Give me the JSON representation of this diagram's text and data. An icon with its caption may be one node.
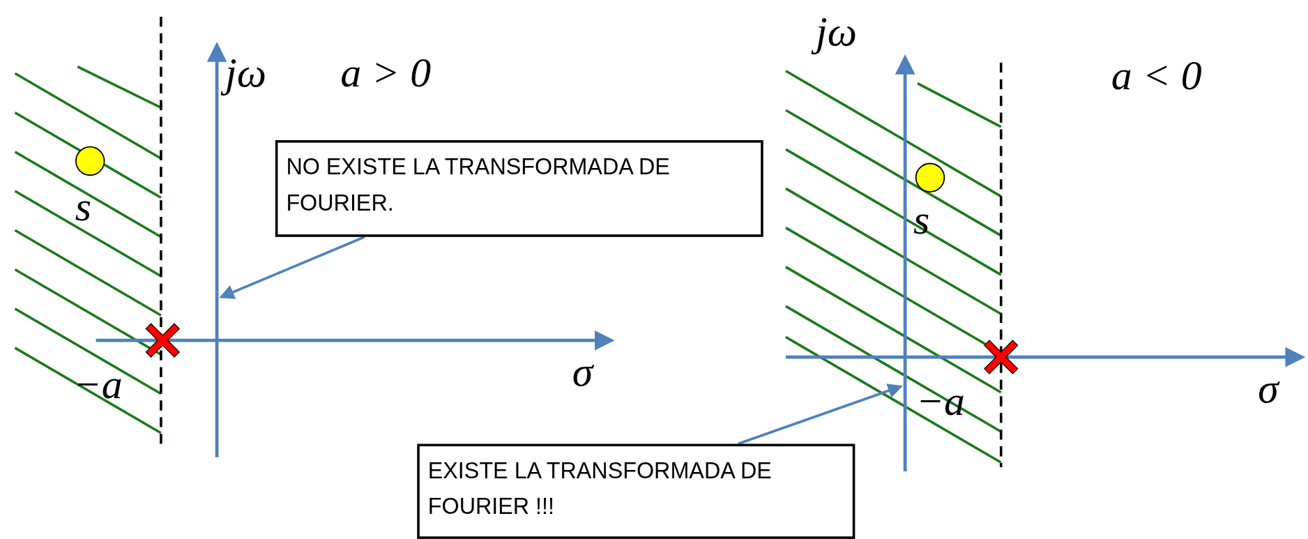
{
  "diagram": {
    "nodes": [
      {
        "text": [
          "NO EXISTE LA TRANSFORMADA DE FOURIER."
        ]
      },
      {
        "text": [
          "EXISTE LA TRANSFORMADA DE FOURIER !!!"
        ]
      },
      {
        "text": [],
        "shape": "line"
      },
      {
        "text": [],
        "shape": "line"
      }
    ],
    "edges": [
      {
        "from": 0,
        "to": 2,
        "arrow": "to"
      },
      {
        "from": 1,
        "to": 3,
        "arrow": "to"
      }
    ],
    "labels": [
      "jω",
      "a > 0",
      "s",
      "−a",
      "σ",
      "jω",
      "a < 0",
      "s",
      "−a",
      "σ"
    ]
  }
}
